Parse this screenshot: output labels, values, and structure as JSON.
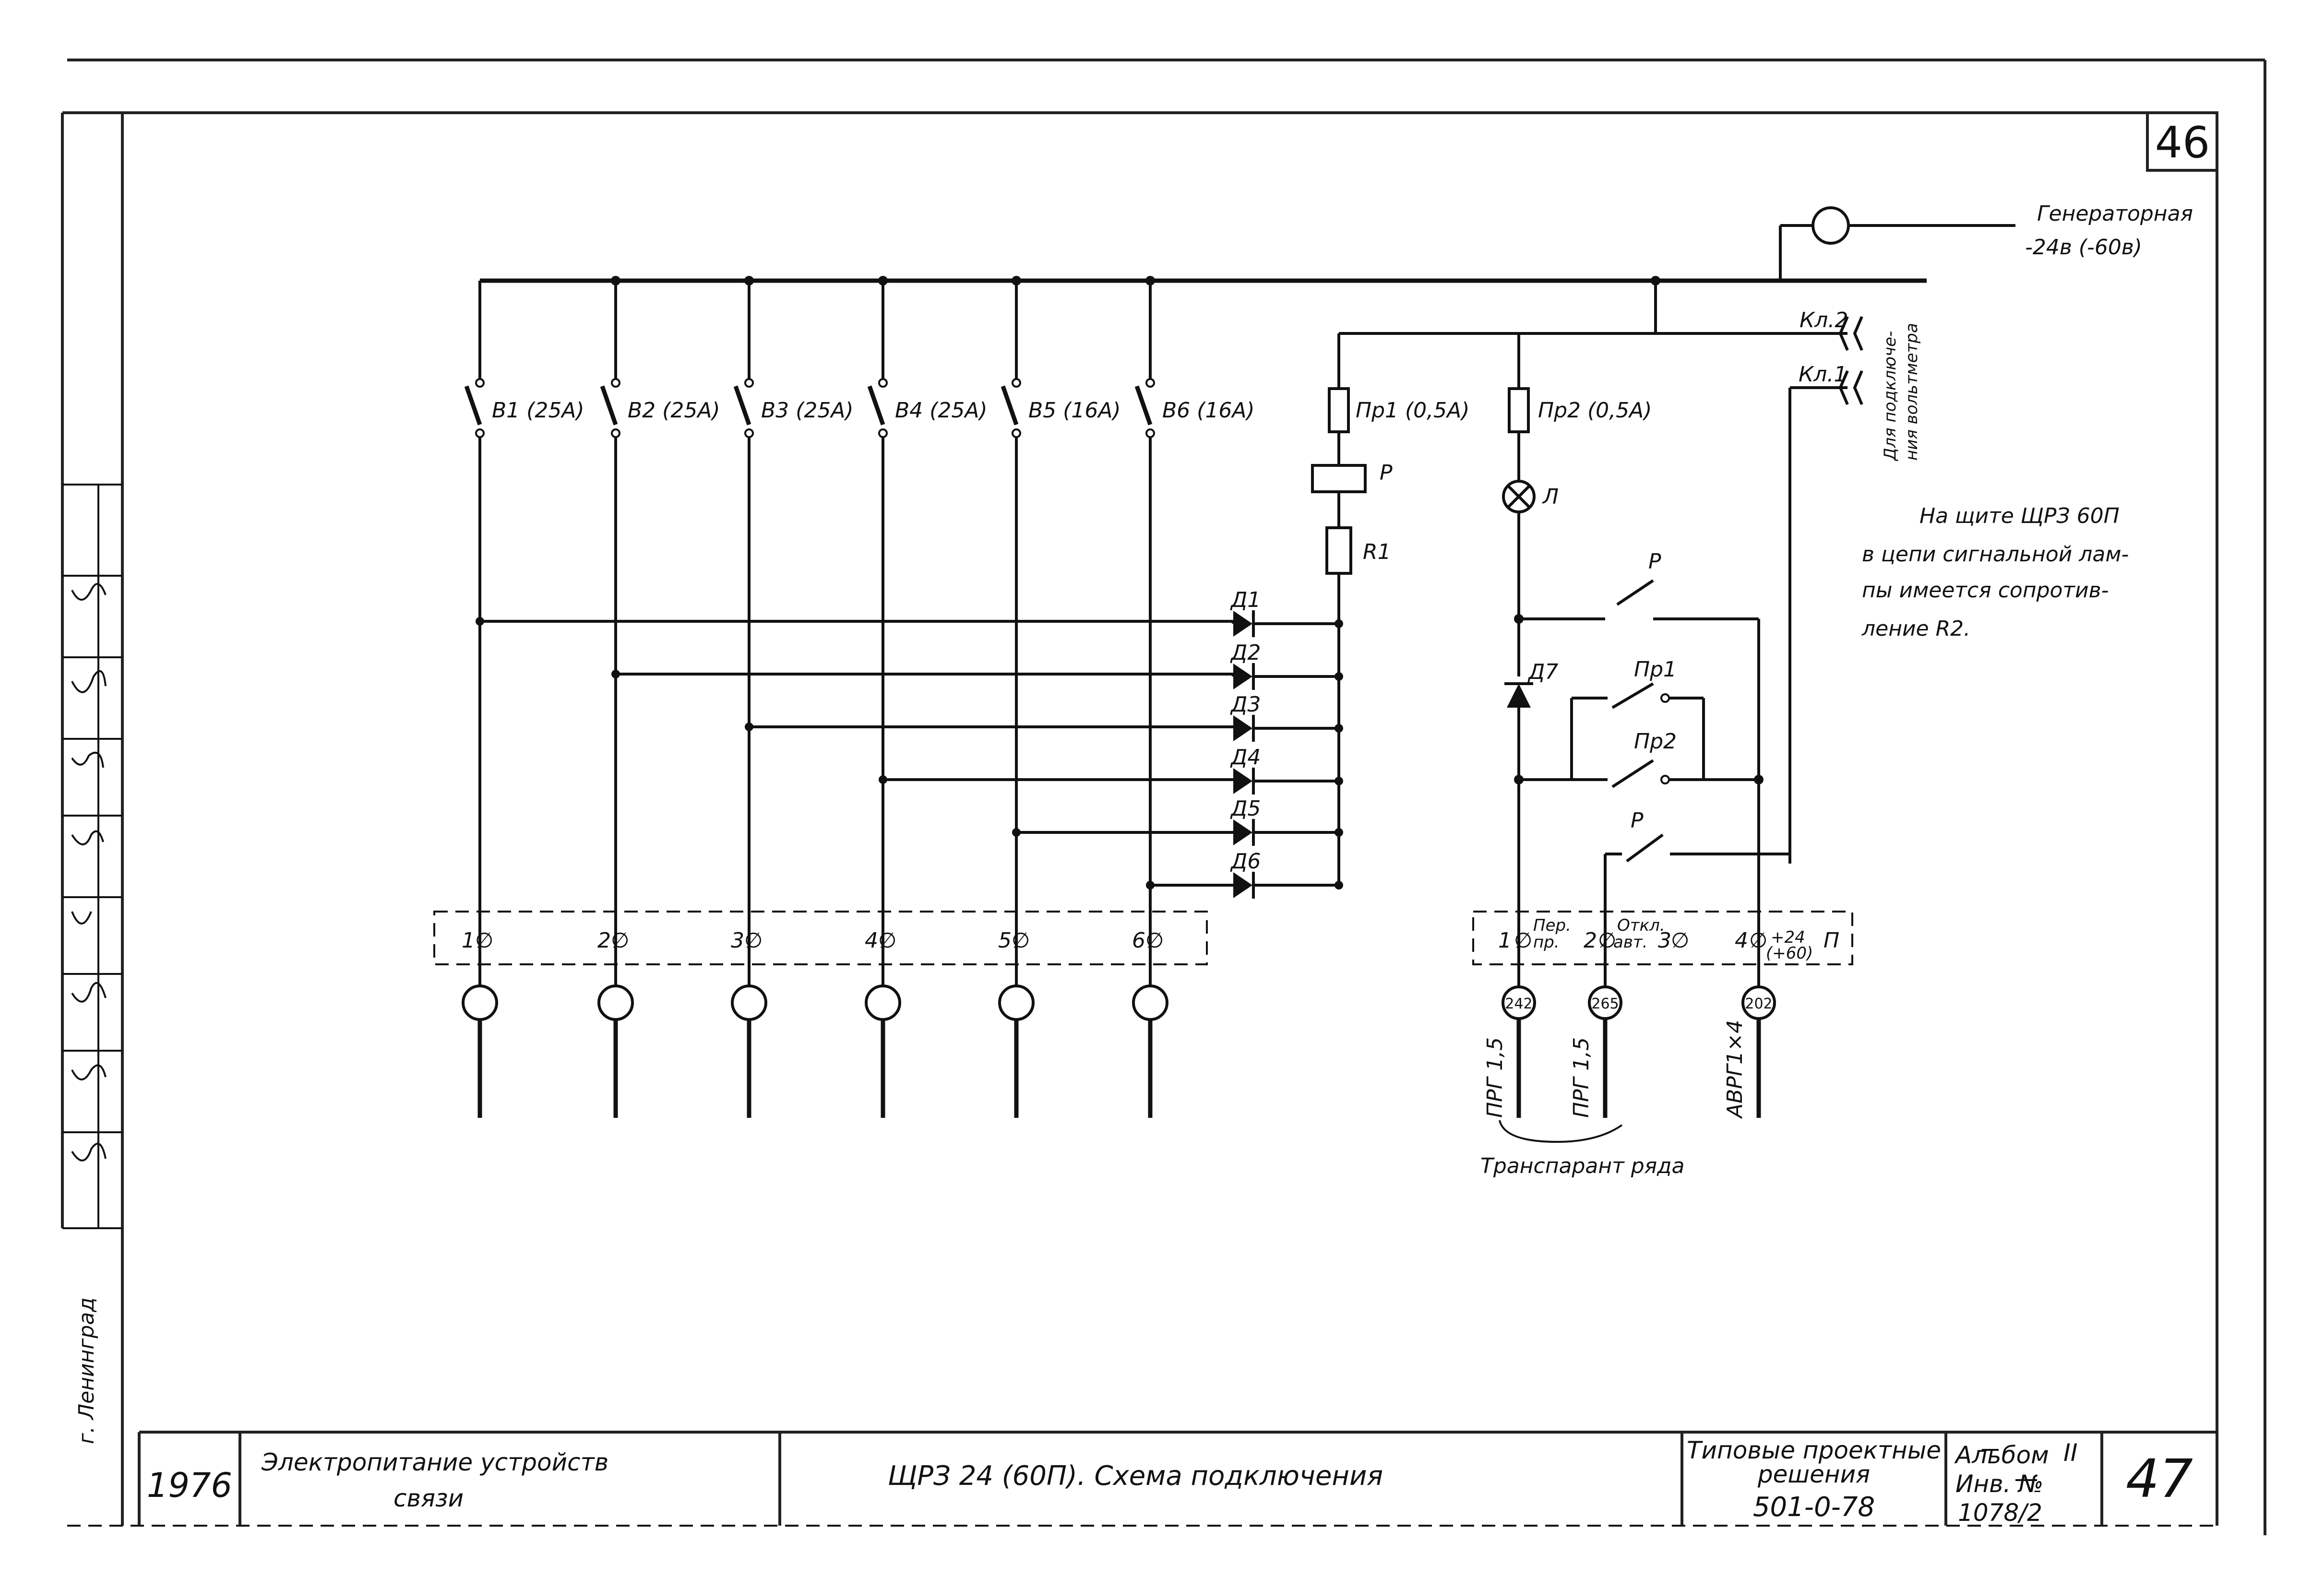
{
  "sheet_number": "46",
  "generator": {
    "line1": "Генераторная",
    "line2": "-24в (-60в)"
  },
  "voltmeter": {
    "kl2": "Кл.2",
    "kl1": "Кл.1",
    "line1": "Для подключе-",
    "line2": "ния вольтметра"
  },
  "breakers": [
    "В1 (25А)",
    "В2 (25А)",
    "В3 (25А)",
    "В4 (25А)",
    "В5 (16А)",
    "В6 (16А)"
  ],
  "fuses": {
    "pr1": "Пр1 (0,5А)",
    "pr2": "Пр2 (0,5А)"
  },
  "relay_label": "Р",
  "resistor_label": "R1",
  "lamp_label": "Л",
  "diodes": [
    "Д1",
    "Д2",
    "Д3",
    "Д4",
    "Д5",
    "Д6"
  ],
  "diode7": "Д7",
  "contacts": {
    "p_top": "Р",
    "pr1": "Пр1",
    "pr2": "Пр2",
    "p_bottom": "Р"
  },
  "note": {
    "line1": "На щите ЩРЗ 60П",
    "line2": "в цепи сигнальной лам-",
    "line3": "пы имеется сопротив-",
    "line4": "ление R2."
  },
  "terminals_left": [
    "1",
    "2",
    "3",
    "4",
    "5",
    "6"
  ],
  "terminals_right": {
    "t1": "1",
    "per": "Пер.",
    "pr": "пр.",
    "t2": "2",
    "otkl": "Откл.",
    "avt": "авт.",
    "t3": "3",
    "t4": "4",
    "plus24": "+24",
    "plus60": "(+60)",
    "p": "П"
  },
  "cable_marks": [
    "242",
    "265",
    "202"
  ],
  "cables": [
    "ПРГ 1,5",
    "ПРГ 1,5",
    "АВРГ1×4"
  ],
  "transparant": "Транспарант ряда",
  "side_text": "г. Ленинград",
  "title_block": {
    "year": "1976",
    "subject_line1": "Электропитание устройств",
    "subject_line2": "связи",
    "title": "ЩРЗ 24 (60П). Схема подключения",
    "type_line1": "Типовые проектные",
    "type_line2": "решения",
    "project_code": "501-0-78",
    "album_label": "Альбом",
    "album_number": "II",
    "inv_label": "Инв. №",
    "inv_number": "1078/2",
    "page": "47"
  }
}
